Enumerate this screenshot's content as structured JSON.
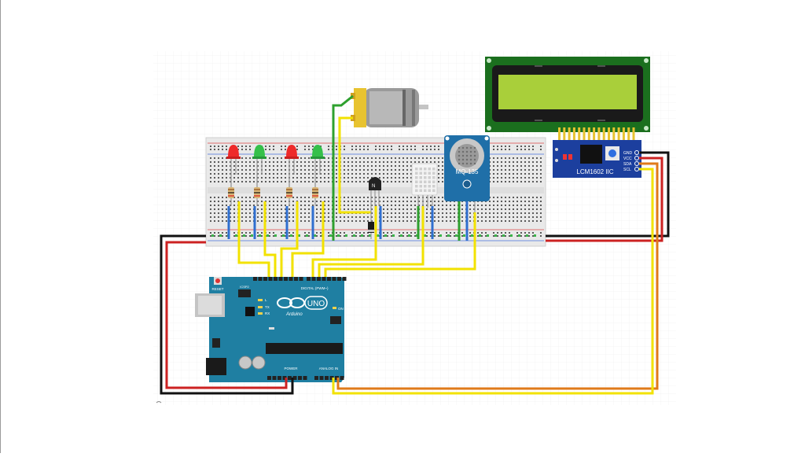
{
  "colors": {
    "wire_red": "#cc2222",
    "wire_black": "#111111",
    "wire_yellow": "#f2e200",
    "wire_green": "#2ea02e",
    "wire_blue": "#2f6fd0",
    "arduino_blue": "#1f7fa2",
    "lcd_green": "#a9cf3a",
    "i2c_board": "#1c3f9e",
    "sensor_board": "#1f6fa8"
  },
  "leds": [
    {
      "color": "red"
    },
    {
      "color": "green"
    },
    {
      "color": "red"
    },
    {
      "color": "green"
    }
  ],
  "components": {
    "motor": "dc-motor",
    "transistor": "npn-transistor",
    "diode": "flyback-diode",
    "dht_sensor": "dht-temperature-humidity-sensor",
    "gas_sensor_label": "MQ-135",
    "i2c_label": "LCM1602 IIC",
    "i2c_pins": [
      "GND",
      "VCC",
      "SDA",
      "SCL"
    ]
  },
  "arduino": {
    "logo": "UNO",
    "brand": "Arduino",
    "reset_label": "RESET",
    "digital_label": "DIGITAL (PWM~)",
    "analog_label": "ANALOG IN",
    "power_label": "POWER",
    "icsp_label": "ICSP2",
    "on_label": "ON",
    "led_labels": [
      "L",
      "TX",
      "RX"
    ]
  }
}
